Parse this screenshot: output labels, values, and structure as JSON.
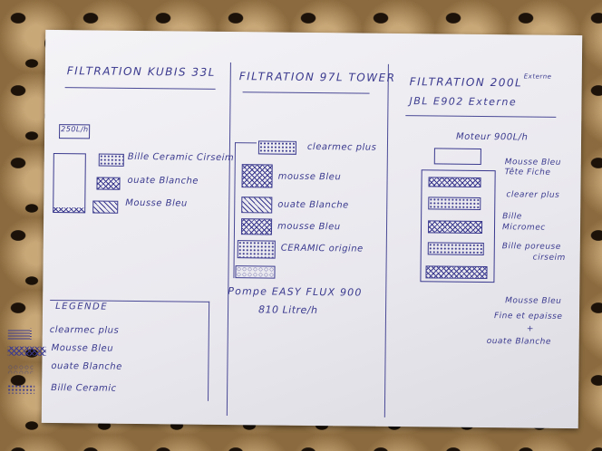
{
  "col1": {
    "title": "FILTRATION KUBIS 33L",
    "flow": "250L/h",
    "layers": [
      "Bille Ceramic Cirseim",
      "ouate Blanche",
      "Mousse Bleu"
    ]
  },
  "col2": {
    "title": "FILTRATION 97L TOWER",
    "layers": [
      "clearmec plus",
      "mousse Bleu",
      "ouate Blanche",
      "mousse Bleu",
      "CERAMIC origine"
    ],
    "pump": "Pompe EASY FLUX 900",
    "pump_flow": "810 Litre/h"
  },
  "col3": {
    "title": "FILTRATION 200L",
    "title_note": "Externe",
    "subtitle": "JBL E902 Externe",
    "motor": "Moteur 900L/h",
    "labels": [
      "Mousse Bleu",
      "Tête Fiche",
      "clearer plus",
      "Bille",
      "Micromec",
      "Bille poreuse",
      "cirseim",
      "Mousse Bleu",
      "Fine et epaisse",
      "+",
      "ouate Blanche"
    ]
  },
  "legend": {
    "title": "LEGENDE",
    "items": [
      "clearmec plus",
      "Mousse Bleu",
      "ouate Blanche",
      "Bille Ceramic"
    ]
  }
}
